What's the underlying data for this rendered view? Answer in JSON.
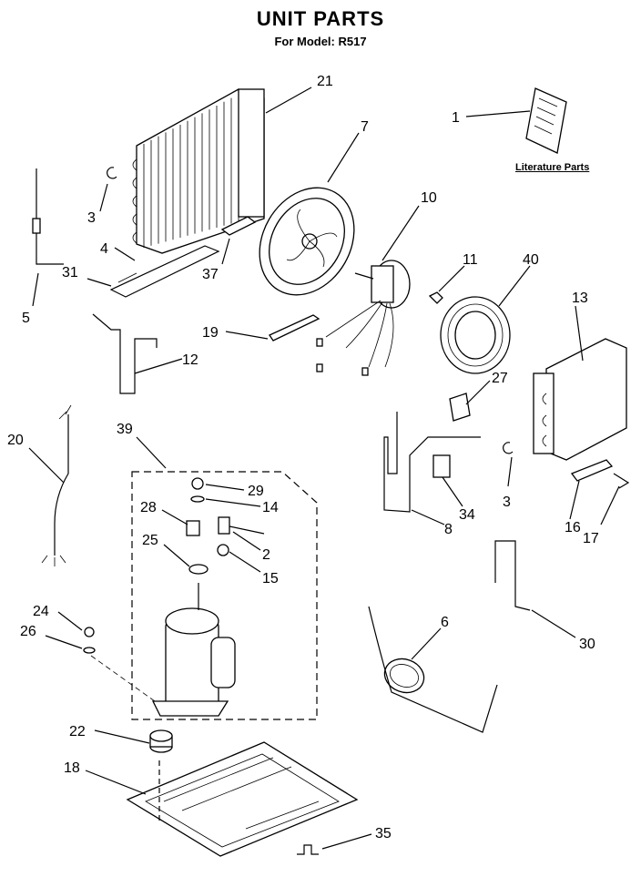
{
  "title": "UNIT PARTS",
  "subtitle": "For Model: R517",
  "literature_label": "Literature Parts",
  "callouts": [
    "1",
    "2",
    "3",
    "3",
    "4",
    "5",
    "6",
    "7",
    "8",
    "10",
    "11",
    "12",
    "13",
    "14",
    "15",
    "16",
    "17",
    "18",
    "19",
    "20",
    "21",
    "22",
    "24",
    "25",
    "26",
    "27",
    "28",
    "29",
    "30",
    "31",
    "34",
    "35",
    "37",
    "39",
    "40"
  ]
}
